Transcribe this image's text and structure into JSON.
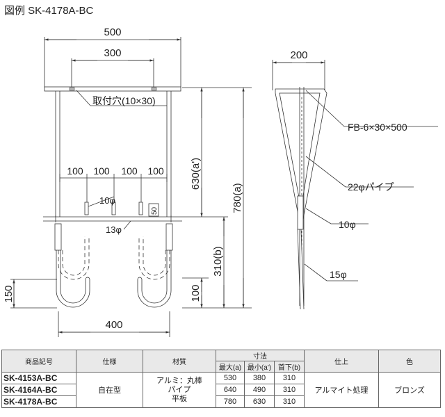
{
  "title": "図例 SK-4178A-BC",
  "front": {
    "dim_top_total": "500",
    "dim_top_holes": "300",
    "hole_label": "取付穴(10×30)",
    "spacing_labels": [
      "100",
      "100",
      "100",
      "100"
    ],
    "rod_label": "10φ",
    "small_dim": "50",
    "bar_label": "13φ",
    "dim_hook": "150",
    "dim_bottom": "400"
  },
  "center_dims": {
    "a_prime": "630(a')",
    "a": "780(a)",
    "b": "310(b)",
    "lower": "100"
  },
  "side": {
    "width": "200",
    "fb_label": "FB-6×30×500",
    "pipe_label": "22φパイプ",
    "rod_label": "10φ",
    "hook_label": "15φ"
  },
  "table": {
    "headers": {
      "code": "商品記号",
      "spec": "仕様",
      "material": "材質",
      "dims": "寸法",
      "max": "最大(a)",
      "min": "最小(a')",
      "drop": "首下(b)",
      "finish": "仕上",
      "color": "色"
    },
    "spec_value": "自在型",
    "material_lines": [
      "アルミ：丸棒",
      "パイプ",
      "平板"
    ],
    "finish_value": "アルマイト処理",
    "color_value": "ブロンズ",
    "rows": [
      {
        "code": "SK-4153A-BC",
        "max": "530",
        "min": "380",
        "drop": "310"
      },
      {
        "code": "SK-4164A-BC",
        "max": "640",
        "min": "490",
        "drop": "310"
      },
      {
        "code": "SK-4178A-BC",
        "max": "780",
        "min": "630",
        "drop": "310"
      }
    ]
  }
}
